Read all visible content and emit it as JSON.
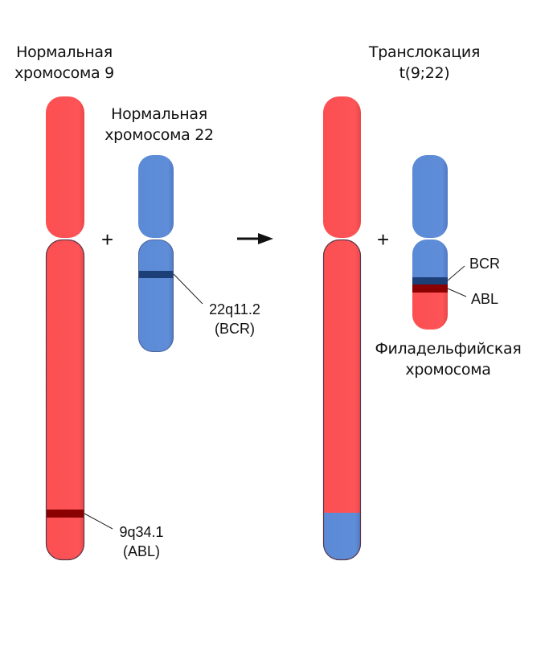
{
  "titles": {
    "normal_chr9": [
      "Нормальная",
      "хромосома 9"
    ],
    "normal_chr22": [
      "Нормальная",
      "хромосома 22"
    ],
    "translocation": [
      "Транслокация",
      "t(9;22)"
    ],
    "philadelphia": [
      "Филадельфийская",
      "хромосома"
    ]
  },
  "labels": {
    "bcr_locus": [
      "22q11.2",
      "(BCR)"
    ],
    "abl_locus": [
      "9q34.1",
      "(ABL)"
    ],
    "bcr": "BCR",
    "abl": "ABL"
  },
  "symbols": {
    "plus": "+",
    "arrow": "arrow-right-icon"
  },
  "colors": {
    "chr9": "#fc4f52",
    "chr9_band": "#8b0000",
    "chr22": "#5b8ad6",
    "chr22_band": "#1c3f78",
    "outline": "#5a3a4a"
  }
}
